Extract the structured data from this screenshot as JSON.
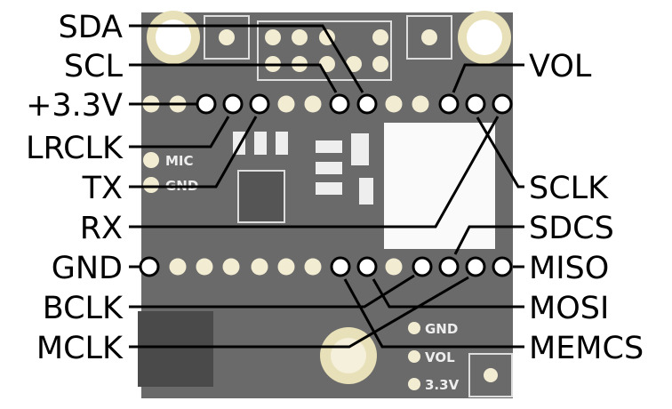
{
  "colors": {
    "board": "#5f5f5f",
    "pad": "#f2ecd2",
    "line": "#000000"
  },
  "silkscreen": {
    "mic": "MIC",
    "gnd1": "GND",
    "gnd2": "GND",
    "vol": "VOL",
    "v33": "3.3V"
  },
  "left_labels": [
    {
      "text": "SDA"
    },
    {
      "text": "SCL"
    },
    {
      "text": "+3.3V"
    },
    {
      "text": "LRCLK"
    },
    {
      "text": "TX"
    },
    {
      "text": "RX"
    },
    {
      "text": "GND"
    },
    {
      "text": "BCLK"
    },
    {
      "text": "MCLK"
    }
  ],
  "right_labels": [
    {
      "text": "VOL"
    },
    {
      "text": "SCLK"
    },
    {
      "text": "SDCS"
    },
    {
      "text": "MISO"
    },
    {
      "text": "MOSI"
    },
    {
      "text": "MEMCS"
    }
  ]
}
